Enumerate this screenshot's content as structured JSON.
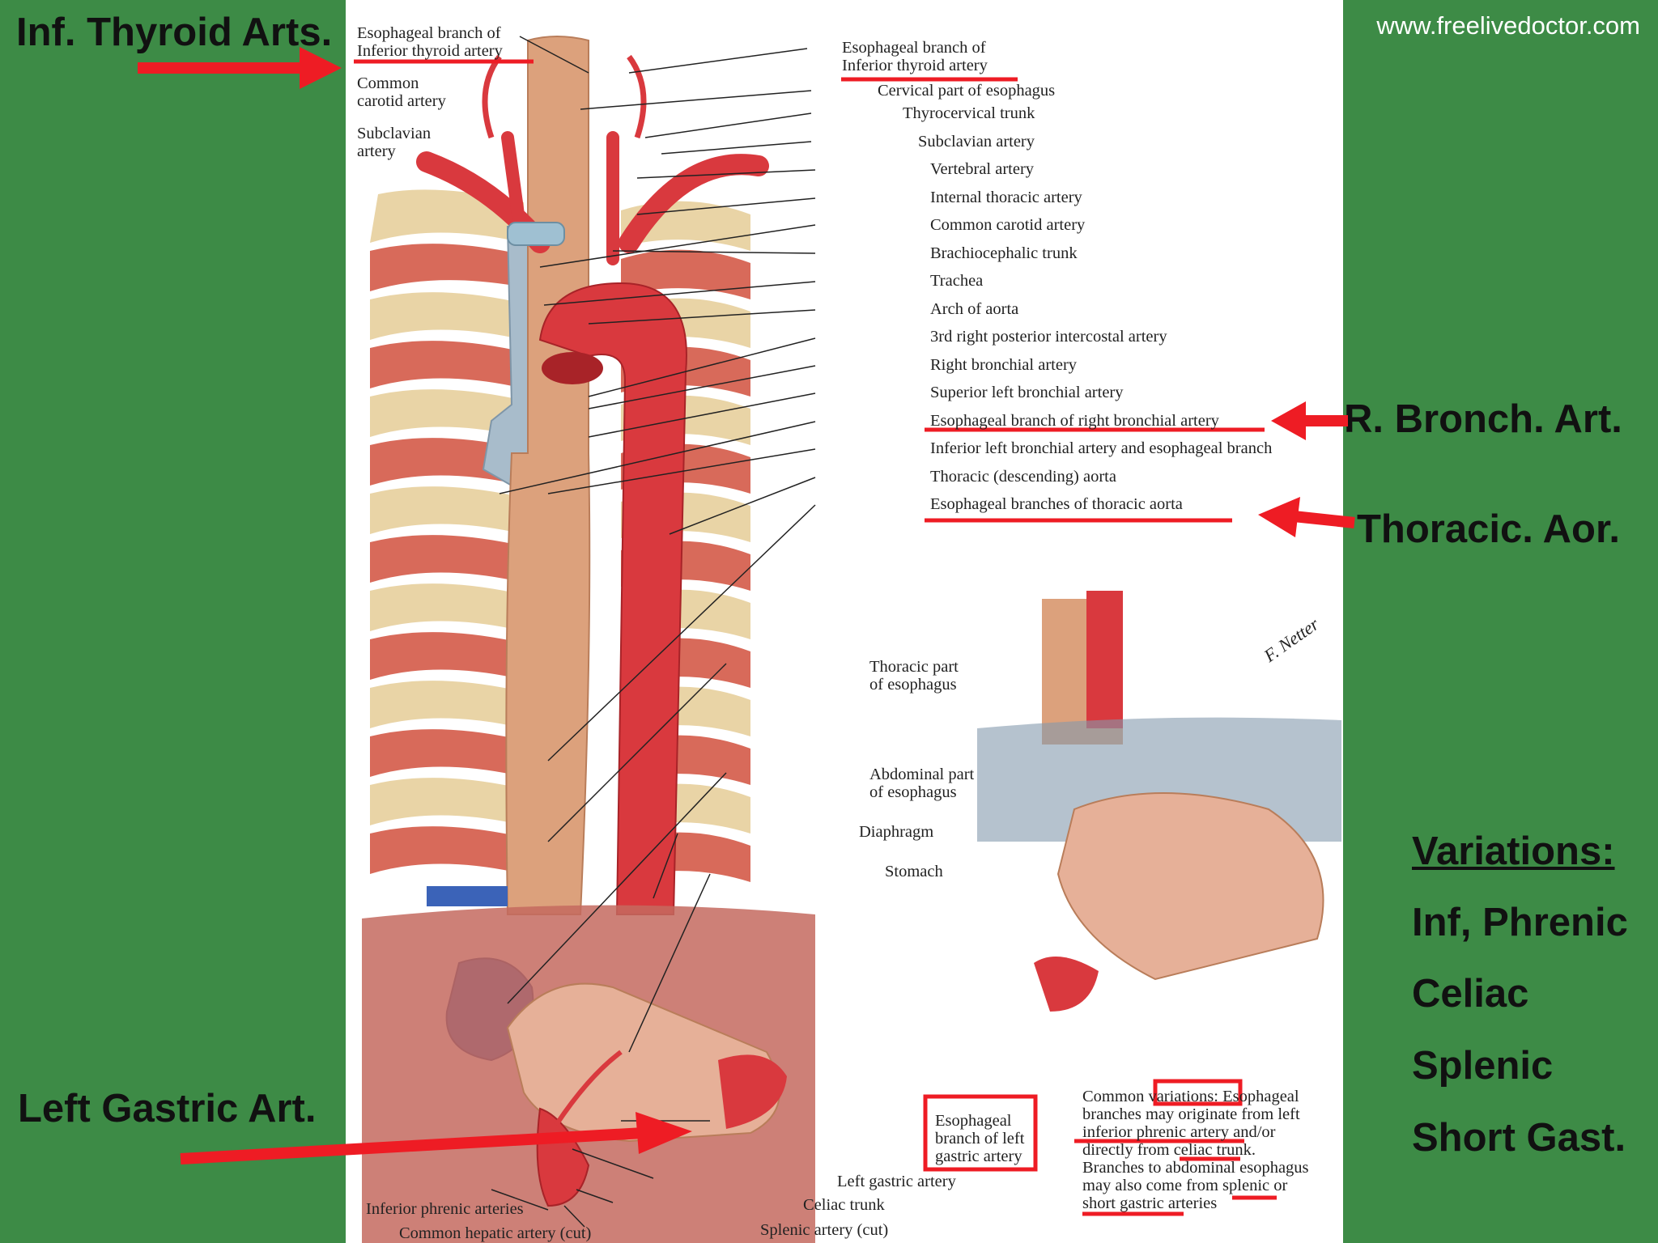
{
  "watermark": "www.freelivedoctor.com",
  "callouts": {
    "inf_thyroid": "Inf. Thyroid Arts.",
    "r_bronch": "R. Bronch. Art.",
    "thoracic_aor": "Thoracic. Aor.",
    "left_gastric": "Left Gastric Art."
  },
  "variations": {
    "title": "Variations:",
    "items": [
      "Inf, Phrenic",
      "Celiac",
      "Splenic",
      "Short Gast."
    ]
  },
  "labels": {
    "left_esoph_inf_thyroid_1": "Esophageal branch of",
    "left_esoph_inf_thyroid_2": "Inferior thyroid artery",
    "left_common_carotid_1": "Common",
    "left_common_carotid_2": "carotid artery",
    "left_subclavian_1": "Subclavian",
    "left_subclavian_2": "artery",
    "right_esoph_inf_thyroid_1": "Esophageal branch of",
    "right_esoph_inf_thyroid_2": "Inferior thyroid artery",
    "cervical_esophagus": "Cervical part of esophagus",
    "thyrocervical": "Thyrocervical trunk",
    "subclavian": "Subclavian artery",
    "vertebral": "Vertebral artery",
    "internal_thoracic": "Internal thoracic artery",
    "common_carotid": "Common carotid artery",
    "brachiocephalic": "Brachiocephalic trunk",
    "trachea": "Trachea",
    "arch_aorta": "Arch of aorta",
    "third_intercostal": "3rd right posterior intercostal artery",
    "right_bronchial": "Right bronchial artery",
    "superior_left_bronchial": "Superior left bronchial artery",
    "esoph_right_bronchial": "Esophageal branch of right bronchial artery",
    "inferior_left_bronchial": "Inferior left bronchial artery and esophageal branch",
    "thoracic_aorta": "Thoracic (descending) aorta",
    "esoph_thoracic_aorta": "Esophageal branches of thoracic aorta",
    "thoracic_esoph_1": "Thoracic part",
    "thoracic_esoph_2": "of esophagus",
    "abdominal_esoph_1": "Abdominal part",
    "abdominal_esoph_2": "of esophagus",
    "diaphragm": "Diaphragm",
    "stomach": "Stomach",
    "esoph_left_gastric_1": "Esophageal",
    "esoph_left_gastric_2": "branch of left",
    "esoph_left_gastric_3": "gastric artery",
    "left_gastric": "Left gastric artery",
    "celiac": "Celiac trunk",
    "splenic": "Splenic artery (cut)",
    "inferior_phrenic": "Inferior phrenic arteries",
    "common_hepatic": "Common hepatic artery (cut)",
    "note_1": "Common variations: Esophageal",
    "note_2": "branches may originate from left",
    "note_3": "inferior phrenic artery and/or",
    "note_4": "directly from celiac trunk.",
    "note_5": "Branches to abdominal esophagus",
    "note_6": "may also come from splenic or",
    "note_7": "short gastric arteries",
    "signature": "F. Netter"
  },
  "colors": {
    "background": "#3d8b46",
    "annotation_red": "#ee1c24",
    "artery": "#d9393e",
    "esophagus": "#dca17c",
    "vein": "#3b63b8",
    "trachea": "#a8bccb"
  }
}
